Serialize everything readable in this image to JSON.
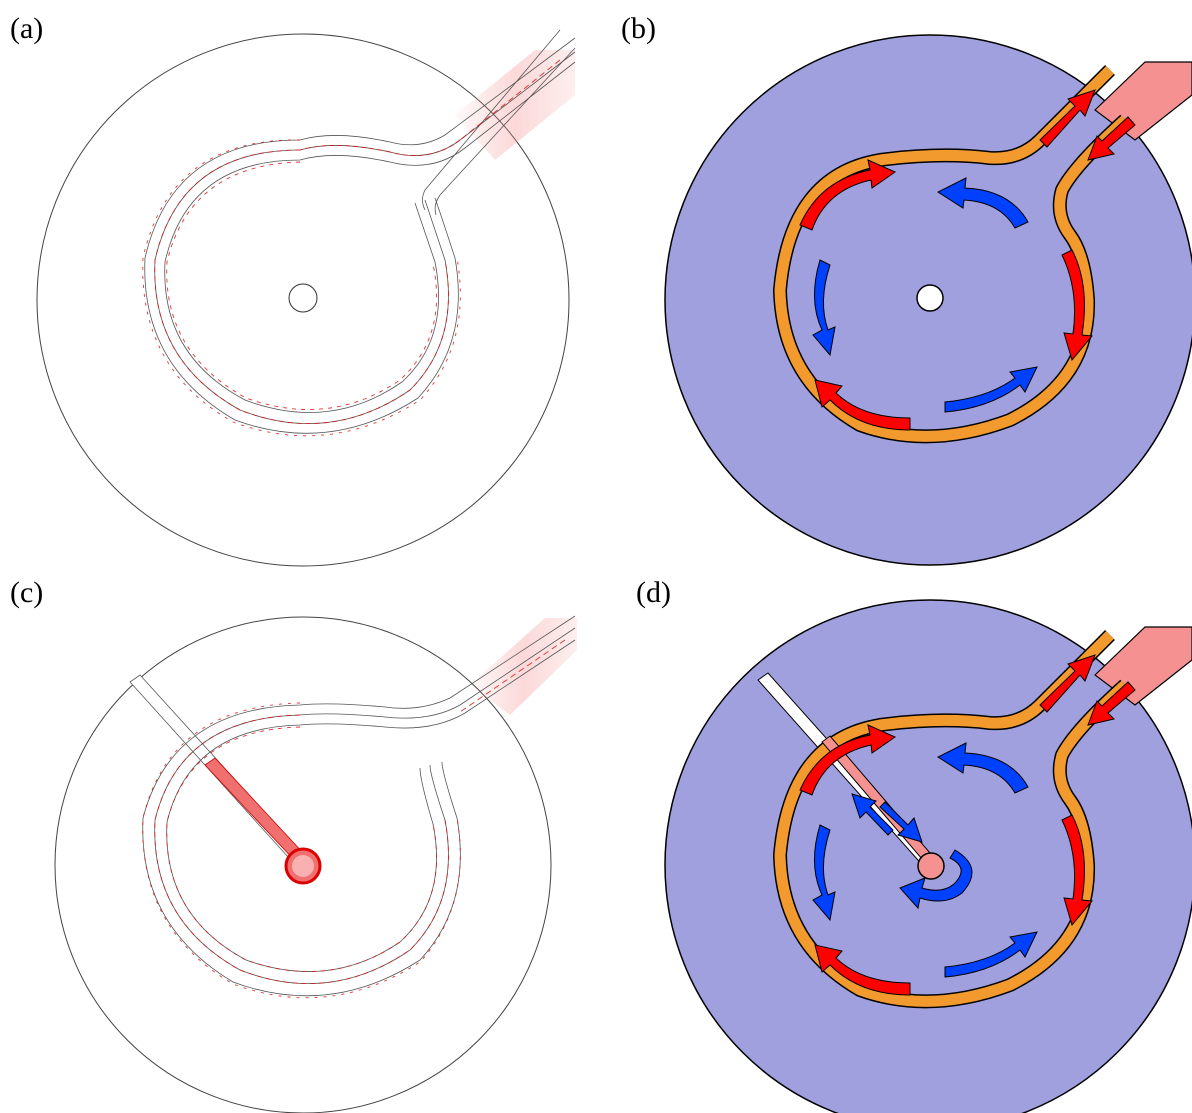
{
  "panels": [
    {
      "id": "a",
      "label": "(a)"
    },
    {
      "id": "b",
      "label": "(b)"
    },
    {
      "id": "c",
      "label": "(c)"
    },
    {
      "id": "d",
      "label": "(d)"
    }
  ],
  "colors": {
    "disk_fill": "#a0a0df",
    "conductor_orange": "#f39a2e",
    "current_red": "#ff0000",
    "eddy_blue": "#0040ff",
    "feed_pink": "#f59191",
    "arrow_field_red": "#e01010",
    "outline": "#000000"
  }
}
